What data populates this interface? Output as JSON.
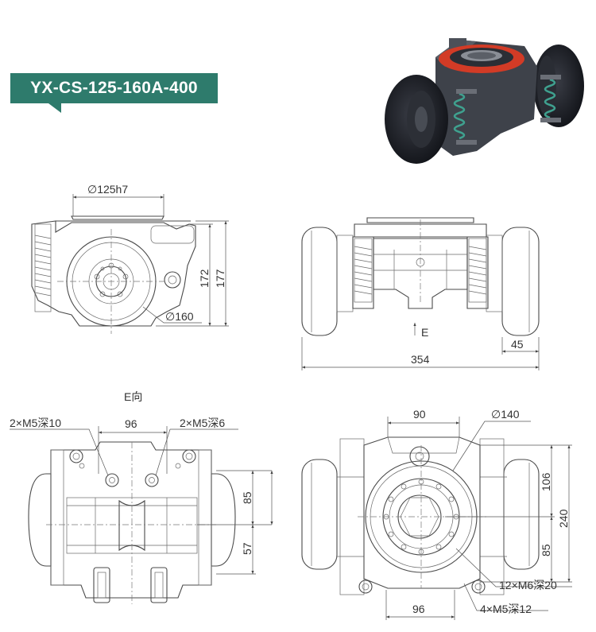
{
  "model": {
    "label": "YX-CS-125-160A-400"
  },
  "side_view": {
    "flange_dia": "∅125h7",
    "wheel_dia": "∅160",
    "height_inner": "172",
    "height_outer": "177"
  },
  "front_view": {
    "width": "354",
    "wheel_width": "45",
    "view_arrow": "E"
  },
  "bottom_view": {
    "title": "E向",
    "hole_left": "2×M5深10",
    "hole_spacing": "96",
    "hole_right": "2×M5深6",
    "dim_upper": "85",
    "dim_lower": "57"
  },
  "top_view": {
    "dim_90": "90",
    "slew_dia": "∅140",
    "dim_106": "106",
    "dim_240": "240",
    "dim_85": "85",
    "thread_12": "12×M6深20",
    "dim_96": "96",
    "thread_4": "4×M5深12"
  },
  "colors": {
    "tag": "#2e7b6c",
    "slew_ring": "#e0452f",
    "spring": "#3fa18f"
  }
}
